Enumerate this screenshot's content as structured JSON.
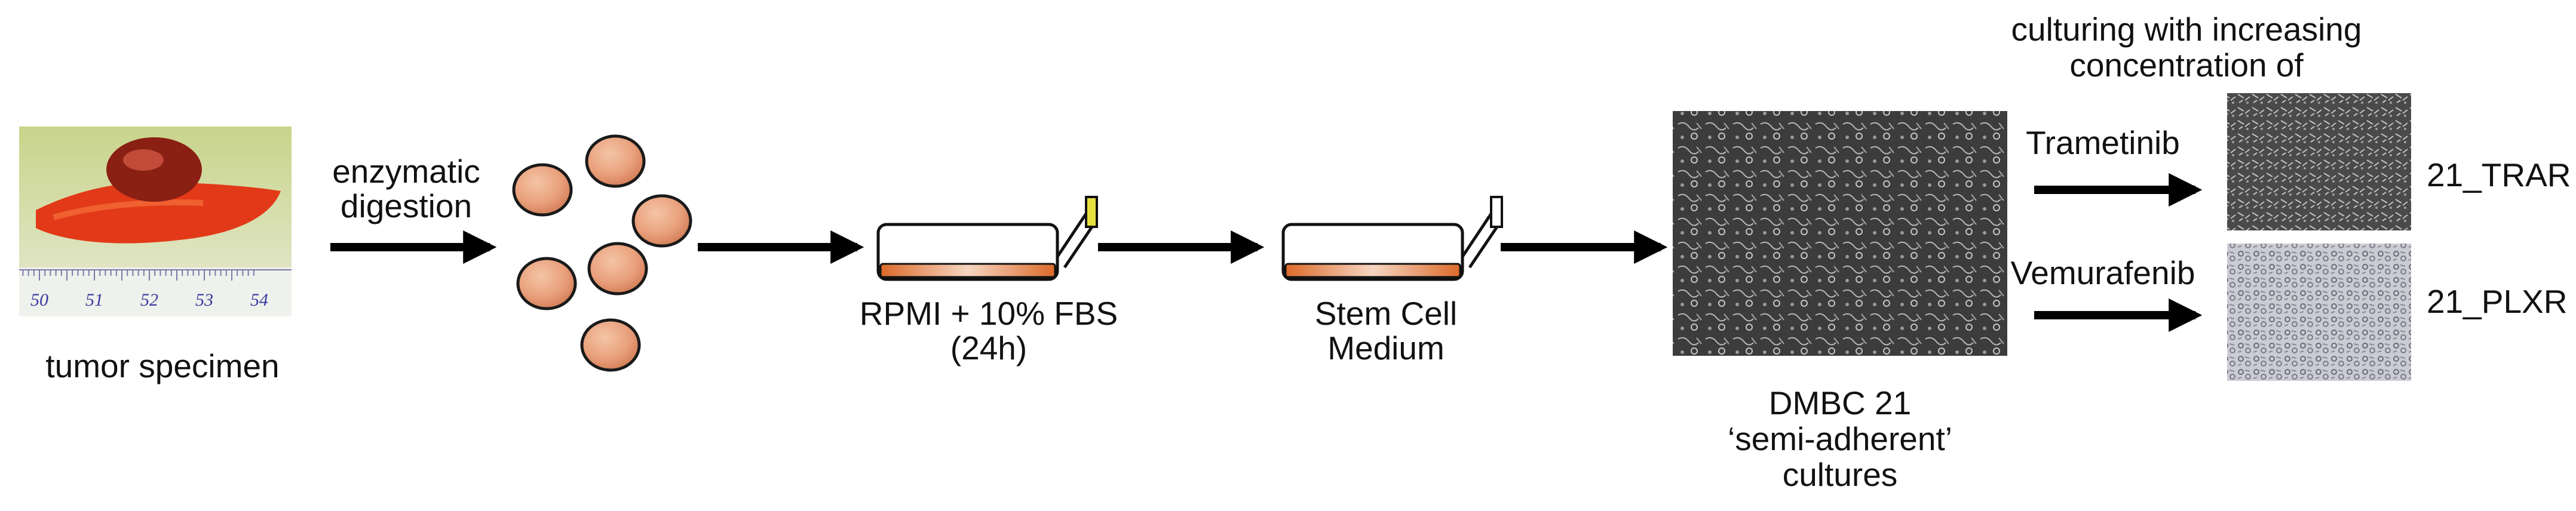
{
  "labels": {
    "tumor_specimen": "tumor specimen",
    "digestion_line1": "enzymatic",
    "digestion_line2": "digestion",
    "rpmi_line1": "RPMI + 10% FBS",
    "rpmi_line2": "(24h)",
    "stem_line1": "Stem Cell",
    "stem_line2": "Medium",
    "dmbc_line1": "DMBC 21",
    "dmbc_line2": "‘semi-adherent’",
    "dmbc_line3": "cultures",
    "culturing_line1": "culturing with increasing",
    "culturing_line2": "concentration of",
    "drug1": "Trametinib",
    "drug2": "Vemurafenib",
    "line1": "21_TRAR",
    "line2": "21_PLXR"
  },
  "ruler_marks": [
    "50",
    "51",
    "52",
    "53",
    "54"
  ],
  "colors": {
    "cell_fill": "#e9a07c",
    "medium_fill": "#e06e2c",
    "cap_yellow": "#e8e040",
    "tumor_red": "#e23a18",
    "micrograph_dark": "#3c3c3c",
    "micrograph_light": "#c9c9d2"
  }
}
